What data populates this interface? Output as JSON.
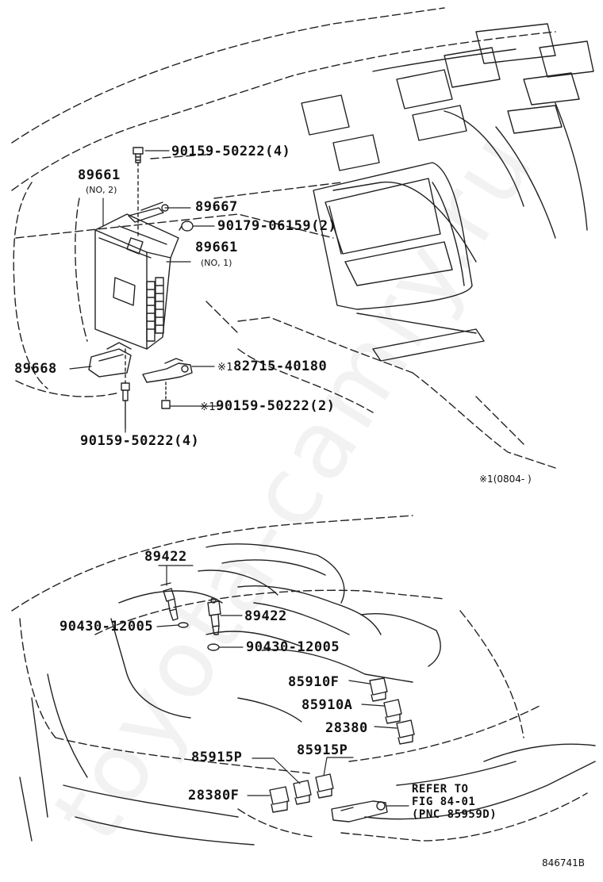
{
  "watermark": "toyota-camry.ru",
  "figure_id": "846741B",
  "upper_group": {
    "ecu_no2": {
      "part": "89661",
      "note": "(NO, 2)"
    },
    "ecu_no1": {
      "part": "89661",
      "note": "(NO, 1)"
    },
    "bracket_top": "89667",
    "bracket_side": "89668",
    "bolt_top": "90159-50222(4)",
    "clip": "90179-06159(2)",
    "bolt_bottom": "90159-50222(4)",
    "wire_clamp": {
      "mark": "※1",
      "part": "82715-40180"
    },
    "clamp_bolt": {
      "mark": "※1",
      "part": "90159-50222(2)"
    },
    "footnote": "※1(0804-      )"
  },
  "lower_group": {
    "sensor_left": "89422",
    "sensor_right": "89422",
    "gasket_left": "90430-12005",
    "gasket_right": "90430-12005",
    "relay_1": "85910F",
    "relay_2": "85910A",
    "relay_3": "28380",
    "relay_4": "85915P",
    "relay_5": "85915P",
    "relay_6": "28380F",
    "reference": {
      "line1": "REFER TO",
      "line2": "FIG 84-01",
      "line3": "(PNC 85959D)"
    }
  }
}
